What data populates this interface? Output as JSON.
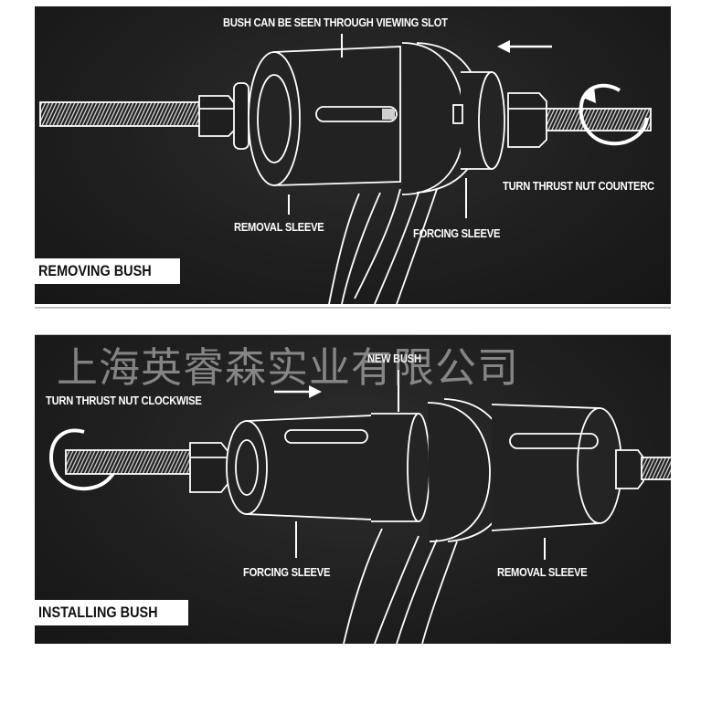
{
  "top_panel": {
    "title_tag": "REMOVING BUSH",
    "label_bush_slot": "BUSH CAN BE SEEN THROUGH VIEWING SLOT",
    "label_turn": "TURN THRUST NUT COUNTERC",
    "label_removal_sleeve": "REMOVAL SLEEVE",
    "label_forcing_sleeve": "FORCING SLEEVE",
    "arrow_direction": "left"
  },
  "bottom_panel": {
    "title_tag": "INSTALLING BUSH",
    "label_turn": "TURN THRUST NUT CLOCKWISE",
    "label_new_bush": "NEW BUSH",
    "label_forcing_sleeve": "FORCING SLEEVE",
    "label_removal_sleeve": "REMOVAL SLEEVE",
    "arrow_direction": "right"
  },
  "watermark": "上海英睿森实业有限公司",
  "colors": {
    "background": "#1f1f1f",
    "line": "#ffffff",
    "tag_bg": "#ffffff",
    "tag_text": "#111111"
  }
}
